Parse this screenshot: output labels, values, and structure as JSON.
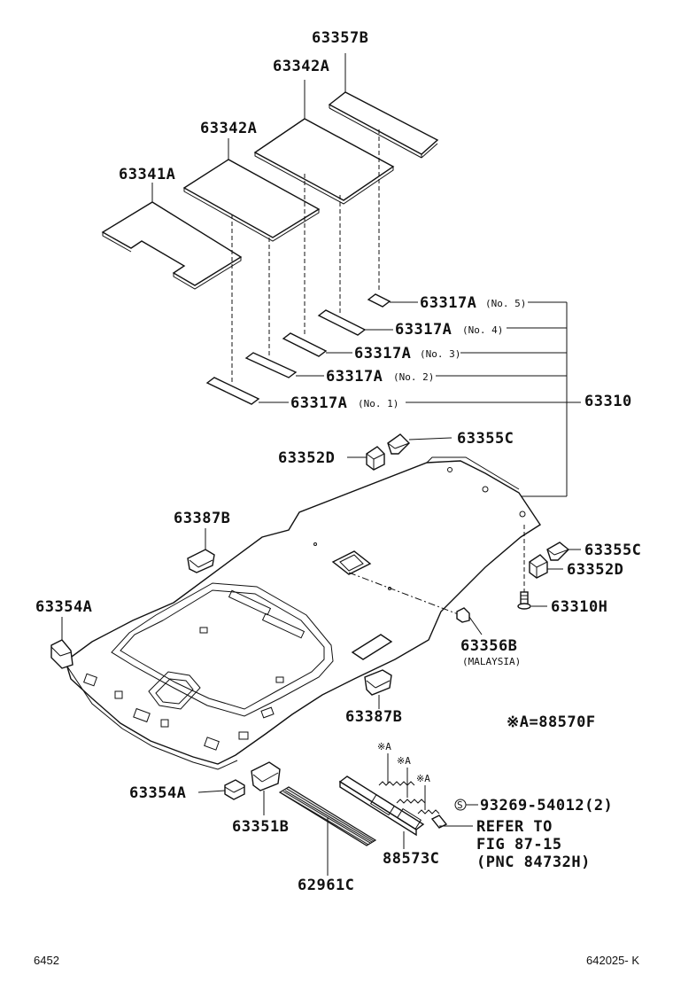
{
  "labels": {
    "p63357B": "63357B",
    "p63342A_top": "63342A",
    "p63342A_mid": "63342A",
    "p63341A": "63341A",
    "p63317A_5": "63317A",
    "p63317A_4": "63317A",
    "p63317A_3": "63317A",
    "p63317A_2": "63317A",
    "p63317A_1": "63317A",
    "no5": "(No. 5)",
    "no4": "(No. 4)",
    "no3": "(No. 3)",
    "no2": "(No. 2)",
    "no1": "(No. 1)",
    "p63310": "63310",
    "p63355C_top": "63355C",
    "p63352D_top": "63352D",
    "p63387B_top": "63387B",
    "p63355C_right": "63355C",
    "p63352D_right": "63352D",
    "p63310H": "63310H",
    "p63354A_left": "63354A",
    "p63356B": "63356B",
    "malaysia": "(MALAYSIA)",
    "p63387B_bottom": "63387B",
    "note_a": "※A=88570F",
    "mark_a1": "※A",
    "mark_a2": "※A",
    "mark_a3": "※A",
    "p93269": "93269-54012(2)",
    "s_mark": "S",
    "refer_to": "REFER TO",
    "fig": "FIG 87-15",
    "pnc": "(PNC 84732H)",
    "p63354A_bottom": "63354A",
    "p63351B": "63351B",
    "p88573C": "88573C",
    "p62961C": "62961C"
  },
  "footer": {
    "left": "6452",
    "right": "642025- K"
  }
}
